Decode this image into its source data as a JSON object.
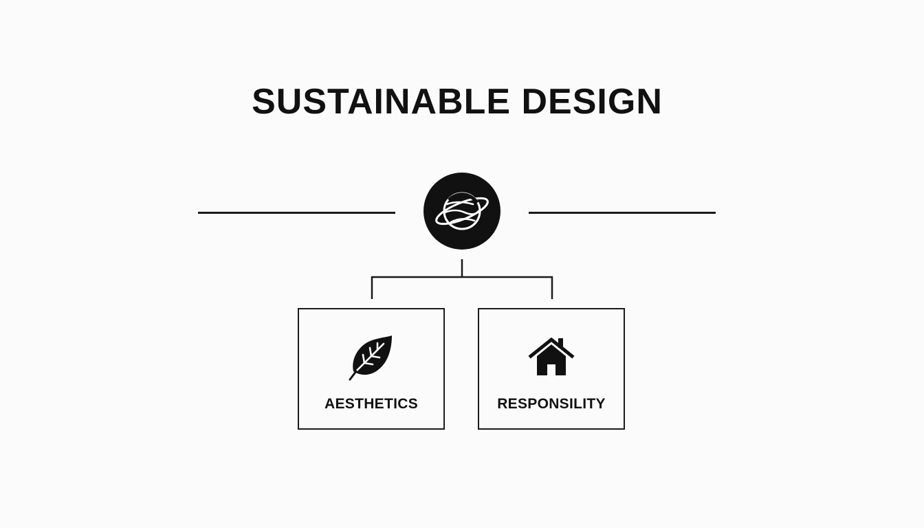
{
  "diagram": {
    "title": "SUSTAINABLE DESIGN",
    "hub": {
      "icon": "planet-icon"
    },
    "branches": [
      {
        "label": "AESTHETICS",
        "icon": "leaf-icon"
      },
      {
        "label": "RESPONSILITY",
        "icon": "house-icon"
      }
    ]
  },
  "colors": {
    "background": "#fbfbfb",
    "ink": "#111111"
  }
}
